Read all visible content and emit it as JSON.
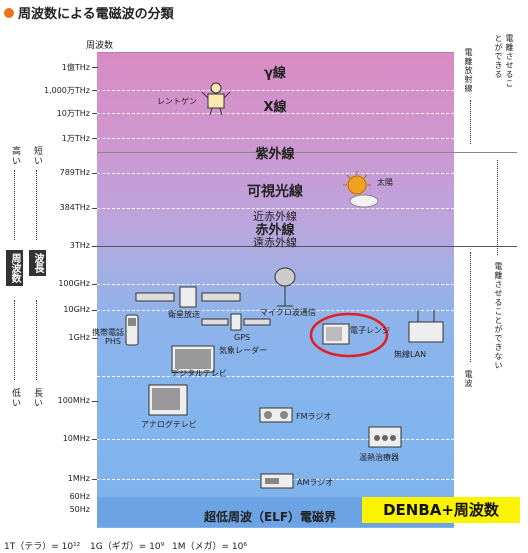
{
  "header": {
    "title": "周波数による電磁波の分類",
    "unit": "周波数"
  },
  "ticks": [
    "1億THz",
    "1,000万THz",
    "10万THz",
    "1万THz",
    "789THz",
    "384THz",
    "3THz",
    "100GHz",
    "10GHz",
    "1GHz",
    "100MHz",
    "10MHz",
    "1MHz",
    "60Hz",
    "50Hz"
  ],
  "bands": {
    "gamma": "γ線",
    "xray": "X線",
    "uv": "紫外線",
    "visible": "可視光線",
    "near_ir": "近赤外線",
    "ir": "赤外線",
    "far_ir": "遠赤外線",
    "elf": "超低周波（ELF）電磁界"
  },
  "labels": {
    "xray_person": "レントゲン",
    "sun": "太陽",
    "satellite": "衛星放送",
    "microwave": "マイクロ波通信",
    "mobile": "携帯電話",
    "phs": "PHS",
    "gps": "GPS",
    "weather_radar": "気象レーダー",
    "microwave_oven": "電子レンジ",
    "wireless_lan": "無線LAN",
    "digital_tv": "デジタルテレビ",
    "analog_tv": "アナログテレビ",
    "fm_radio": "FMラジオ",
    "heat_therapy": "温熱治療器",
    "am_radio": "AMラジオ"
  },
  "left_axis": {
    "high1": "高い",
    "short": "短い",
    "freq_box": "周波数",
    "wave_box": "波長",
    "low": "低い",
    "long": "長い"
  },
  "right_axis": {
    "ionizing": "電離させることができる",
    "ionizing_group": "電離放射線",
    "non_ionizing": "電離させることができない",
    "radio": "電波"
  },
  "denba": "DENBA+周波数",
  "footnotes": [
    "1T（テラ）= 10¹²",
    "1G（ギガ）= 10⁹",
    "1M（メガ）= 10⁶"
  ]
}
